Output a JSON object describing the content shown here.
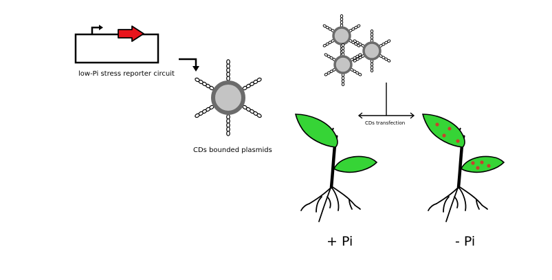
{
  "labels": {
    "circuit": "low-Pi stress reporter circuit",
    "cd_plasmid": "CDs bounded plasmids",
    "transfection": "CDs transfection",
    "plus_pi": "+ Pi",
    "minus_pi": "- Pi"
  },
  "icons": {
    "plasmid": "plasmid-circuit-icon",
    "carbon_dot": "carbon-dot-plasmid-icon",
    "plant": "plant-seedling-icon"
  },
  "colors": {
    "leaf_green": "#36d436",
    "reporter_arrow": "#e8141c",
    "dot_fill": "#c4c4c4",
    "dot_ring": "#6b6b6b",
    "stem": "#000000",
    "signal_dot": "#c8402c"
  }
}
